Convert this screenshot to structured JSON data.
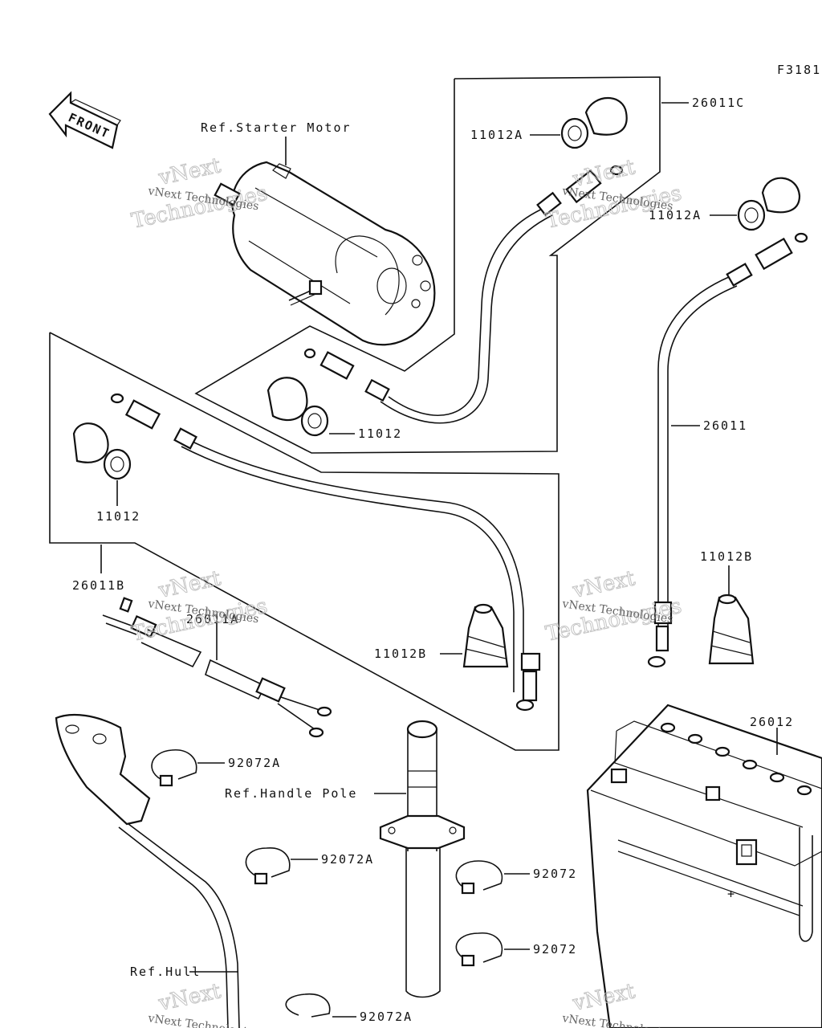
{
  "figure_code": "F3181",
  "direction_marker": "FRONT",
  "references": {
    "starter_motor": "Ref.Starter Motor",
    "handle_pole": "Ref.Handle Pole",
    "hull": "Ref.Hull"
  },
  "parts": {
    "p26011C": "26011C",
    "p11012A_1": "11012A",
    "p11012A_2": "11012A",
    "p11012_1": "11012",
    "p11012_2": "11012",
    "p26011": "26011",
    "p11012B_1": "11012B",
    "p11012B_2": "11012B",
    "p26011B": "26011B",
    "p26011A": "26011A",
    "p26012": "26012",
    "p92072A_1": "92072A",
    "p92072A_2": "92072A",
    "p92072A_3": "92072A",
    "p92072_1": "92072",
    "p92072_2": "92072"
  },
  "watermark": {
    "line1": "vNext",
    "line2": "Technologies",
    "small": "vNext Technologies"
  }
}
